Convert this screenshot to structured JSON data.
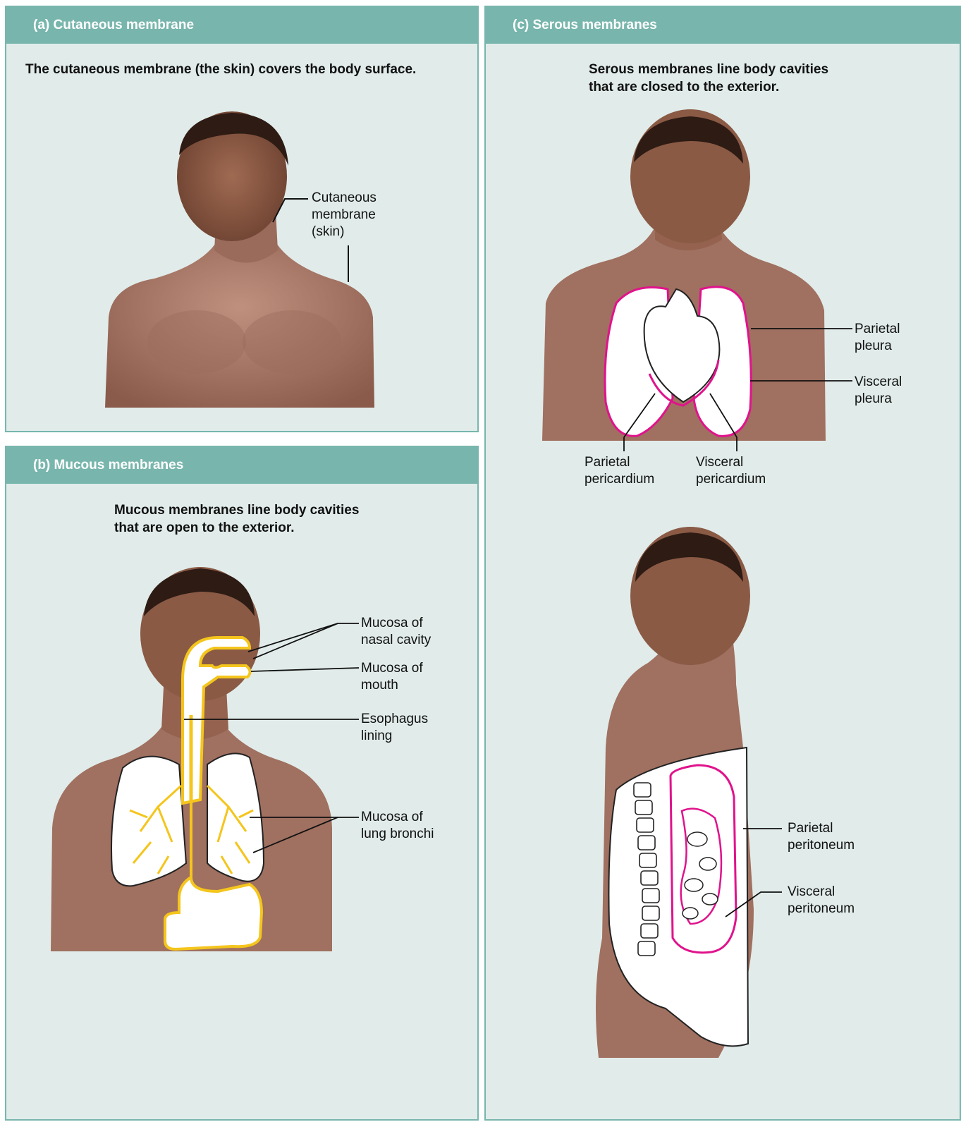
{
  "panels": {
    "a": {
      "title": "(a) Cutaneous membrane",
      "caption": "The cutaneous membrane (the skin) covers the body surface.",
      "labels": {
        "cutaneous": [
          "Cutaneous",
          "membrane",
          "(skin)"
        ]
      }
    },
    "b": {
      "title": "(b) Mucous membranes",
      "caption": [
        "Mucous membranes line body cavities",
        "that are open to the exterior."
      ],
      "labels": {
        "nasal": [
          "Mucosa of",
          "nasal cavity"
        ],
        "mouth": [
          "Mucosa of",
          "mouth"
        ],
        "esophagus": [
          "Esophagus",
          "lining"
        ],
        "bronchi": [
          "Mucosa of",
          "lung bronchi"
        ]
      }
    },
    "c": {
      "title": "(c) Serous membranes",
      "caption": [
        "Serous membranes line body cavities",
        "that are closed to the exterior."
      ],
      "labels": {
        "parietal_pleura": [
          "Parietal",
          "pleura"
        ],
        "visceral_pleura": [
          "Visceral",
          "pleura"
        ],
        "parietal_pericardium": [
          "Parietal",
          "pericardium"
        ],
        "visceral_pericardium": [
          "Visceral",
          "pericardium"
        ],
        "parietal_peritoneum": [
          "Parietal",
          "peritoneum"
        ],
        "visceral_peritoneum": [
          "Visceral",
          "peritoneum"
        ]
      }
    }
  },
  "colors": {
    "panel_bg": "#e1ecea",
    "header": "#78b6ad",
    "skin": "#a8796a",
    "mucous": "#f4c51c",
    "serous": "#e0138c"
  }
}
